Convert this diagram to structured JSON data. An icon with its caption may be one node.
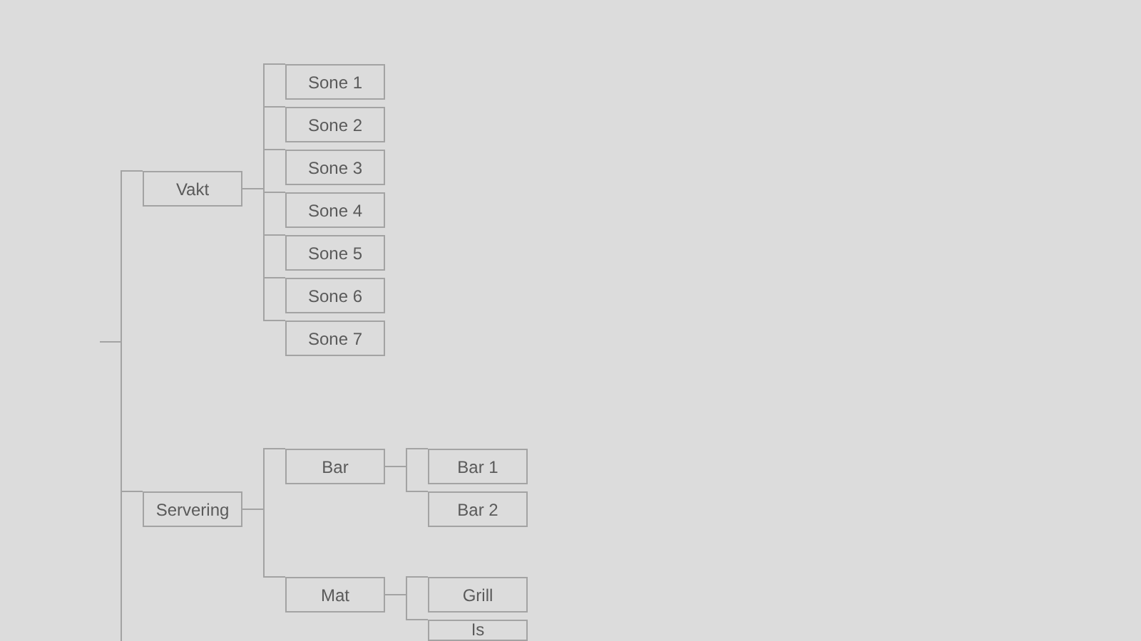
{
  "diagram": {
    "nodes": [
      {
        "text": [
          "Vakt"
        ]
      },
      {
        "text": [
          "Sone 1"
        ]
      },
      {
        "text": [
          "Sone 2"
        ]
      },
      {
        "text": [
          "Sone 3"
        ]
      },
      {
        "text": [
          "Sone 4"
        ]
      },
      {
        "text": [
          "Sone 5"
        ]
      },
      {
        "text": [
          "Sone 6"
        ]
      },
      {
        "text": [
          "Sone 7"
        ]
      },
      {
        "text": [
          "Servering"
        ]
      },
      {
        "text": [
          "Bar"
        ]
      },
      {
        "text": [
          "Bar 1"
        ]
      },
      {
        "text": [
          "Bar 2"
        ]
      },
      {
        "text": [
          "Mat"
        ]
      },
      {
        "text": [
          "Grill"
        ]
      },
      {
        "text": [
          "Is"
        ]
      }
    ],
    "edges": [
      {
        "from": null,
        "to": 0,
        "arrow": "none"
      },
      {
        "from": 0,
        "to": 1,
        "arrow": "none"
      },
      {
        "from": 0,
        "to": 2,
        "arrow": "none"
      },
      {
        "from": 0,
        "to": 3,
        "arrow": "none"
      },
      {
        "from": 0,
        "to": 4,
        "arrow": "none"
      },
      {
        "from": 0,
        "to": 5,
        "arrow": "none"
      },
      {
        "from": 0,
        "to": 6,
        "arrow": "none"
      },
      {
        "from": 0,
        "to": 7,
        "arrow": "none"
      },
      {
        "from": null,
        "to": 8,
        "arrow": "none"
      },
      {
        "from": 8,
        "to": 9,
        "arrow": "none"
      },
      {
        "from": 8,
        "to": 12,
        "arrow": "none"
      },
      {
        "from": 9,
        "to": 10,
        "arrow": "none"
      },
      {
        "from": 9,
        "to": 11,
        "arrow": "none"
      },
      {
        "from": 12,
        "to": 13,
        "arrow": "none"
      },
      {
        "from": 12,
        "to": 14,
        "arrow": "none"
      }
    ]
  }
}
